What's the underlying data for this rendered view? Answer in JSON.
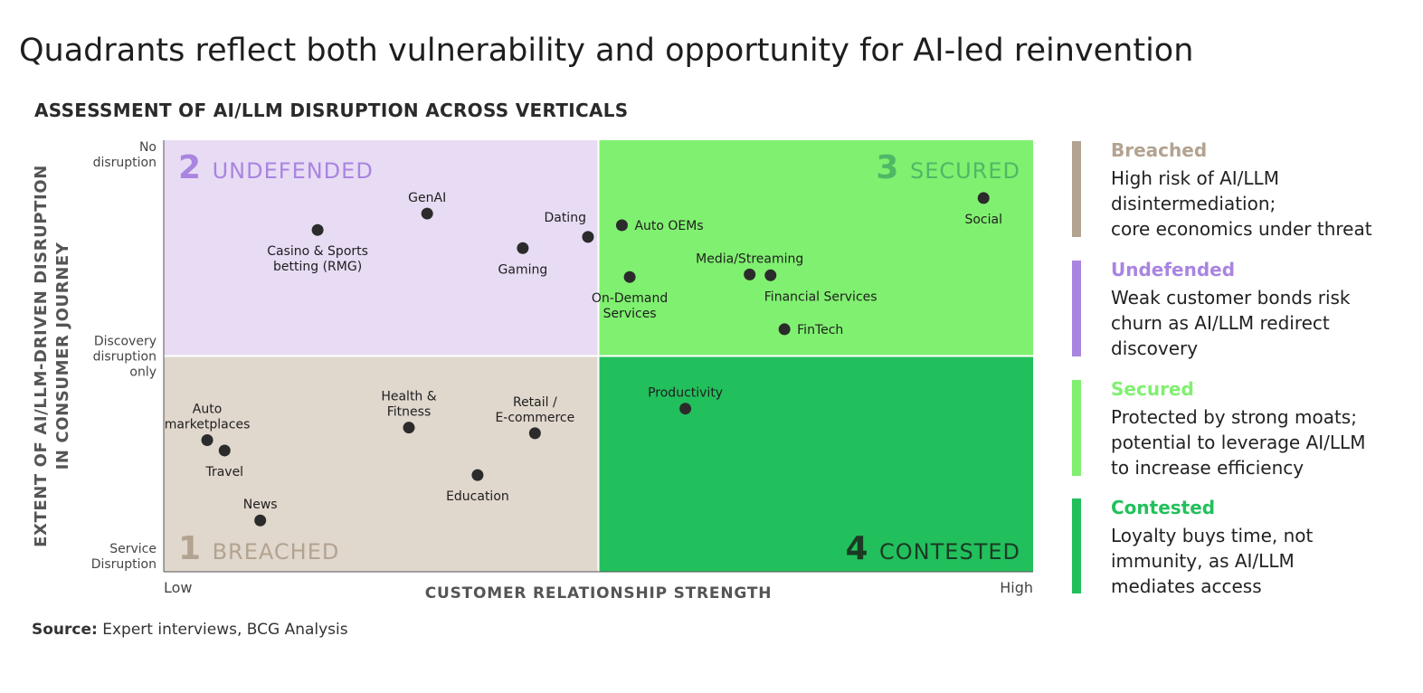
{
  "page": {
    "title": "Quadrants reflect both vulnerability and opportunity for AI-led reinvention",
    "source_label": "Source:",
    "source_text": "Expert interviews, BCG Analysis"
  },
  "legend": [
    {
      "title": "Breached",
      "desc": "High risk of AI/LLM\ndisintermediation;\ncore economics under threat",
      "color": "#b3a390"
    },
    {
      "title": "Undefended",
      "desc": "Weak customer bonds risk\nchurn as AI/LLM redirect\ndiscovery",
      "color": "#a985e0"
    },
    {
      "title": "Secured",
      "desc": "Protected by strong moats;\npotential to leverage AI/LLM\nto increase efficiency",
      "color": "#80f070"
    },
    {
      "title": "Contested",
      "desc": "Loyalty buys time, not\nimmunity, as AI/LLM\nmediates access",
      "color": "#22c05c"
    }
  ],
  "chart_data": {
    "type": "scatter",
    "title": "ASSESSMENT OF AI/LLM DISRUPTION ACROSS VERTICALS",
    "xlabel": "CUSTOMER RELATIONSHIP STRENGTH",
    "ylabel": [
      "EXTENT OF AI/LLM-DRIVEN DISRUPTION",
      "IN CONSUMER JOURNEY"
    ],
    "xlim": [
      0,
      100
    ],
    "ylim": [
      0,
      100
    ],
    "x_tick_labels": [
      "Low",
      "High"
    ],
    "y_tick_labels": [
      {
        "value": 100,
        "text": [
          "No",
          "disruption"
        ]
      },
      {
        "value": 50,
        "text": [
          "Discovery",
          "disruption",
          "only"
        ]
      },
      {
        "value": 0,
        "text": [
          "Service",
          "Disruption"
        ]
      }
    ],
    "quadrants": [
      {
        "number": "1",
        "name": "BREACHED",
        "fill": "#e0d7cd",
        "text_color": "#b3a390",
        "xr": [
          0,
          50
        ],
        "yr": [
          0,
          50
        ],
        "label_corner": "bottom-left"
      },
      {
        "number": "2",
        "name": "UNDEFENDED",
        "fill": "#e8dcf4",
        "text_color": "#a985e0",
        "xr": [
          0,
          50
        ],
        "yr": [
          50,
          100
        ],
        "label_corner": "top-left"
      },
      {
        "number": "3",
        "name": "SECURED",
        "fill": "#80f070",
        "text_color": "#4fb866",
        "xr": [
          50,
          100
        ],
        "yr": [
          50,
          100
        ],
        "label_corner": "top-right"
      },
      {
        "number": "4",
        "name": "CONTESTED",
        "fill": "#22c05c",
        "text_color": "#1a3a24",
        "xr": [
          50,
          100
        ],
        "yr": [
          0,
          50
        ],
        "label_corner": "bottom-right"
      }
    ],
    "points": [
      {
        "label": [
          "GenAI"
        ],
        "x": 30.3,
        "y": 83.0,
        "label_pos": "above"
      },
      {
        "label": [
          "Casino & Sports",
          "betting (RMG)"
        ],
        "x": 17.7,
        "y": 79.2,
        "label_pos": "below"
      },
      {
        "label": [
          "Dating"
        ],
        "x": 48.8,
        "y": 77.6,
        "label_pos": "above-left"
      },
      {
        "label": [
          "Gaming"
        ],
        "x": 41.3,
        "y": 75.0,
        "label_pos": "below"
      },
      {
        "label": [
          "Auto OEMs"
        ],
        "x": 52.7,
        "y": 80.3,
        "label_pos": "right"
      },
      {
        "label": [
          "Social"
        ],
        "x": 94.3,
        "y": 86.6,
        "label_pos": "below"
      },
      {
        "label": [
          "Media/Streaming"
        ],
        "x": 67.4,
        "y": 68.9,
        "label_pos": "above"
      },
      {
        "label": [
          "Financial Services"
        ],
        "x": 69.8,
        "y": 68.7,
        "label_pos": "below-right"
      },
      {
        "label": [
          "On-Demand",
          "Services"
        ],
        "x": 53.6,
        "y": 68.3,
        "label_pos": "below"
      },
      {
        "label": [
          "FinTech"
        ],
        "x": 71.4,
        "y": 56.2,
        "label_pos": "right"
      },
      {
        "label": [
          "Productivity"
        ],
        "x": 60.0,
        "y": 37.8,
        "label_pos": "above"
      },
      {
        "label": [
          "Auto",
          "marketplaces"
        ],
        "x": 5.0,
        "y": 30.5,
        "label_pos": "above"
      },
      {
        "label": [
          "Travel"
        ],
        "x": 7.0,
        "y": 28.1,
        "label_pos": "below"
      },
      {
        "label": [
          "Health &",
          "Fitness"
        ],
        "x": 28.2,
        "y": 33.4,
        "label_pos": "above"
      },
      {
        "label": [
          "Retail /",
          "E-commerce"
        ],
        "x": 42.7,
        "y": 32.1,
        "label_pos": "above"
      },
      {
        "label": [
          "Education"
        ],
        "x": 36.1,
        "y": 22.4,
        "label_pos": "below"
      },
      {
        "label": [
          "News"
        ],
        "x": 11.1,
        "y": 11.9,
        "label_pos": "above"
      }
    ]
  }
}
